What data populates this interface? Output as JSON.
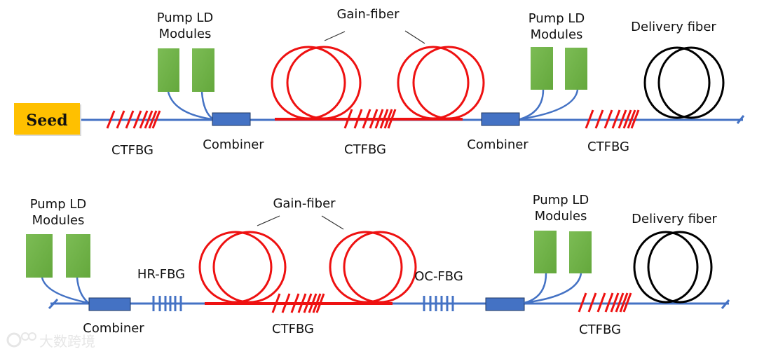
{
  "colors": {
    "fiber": "#4472c4",
    "gain": "#ee1111",
    "pump": "#70ad47",
    "combiner": "#4472c4",
    "seed": "#ffc000",
    "delivery": "#000000",
    "leader": "#333333"
  },
  "top": {
    "seed_label": "Seed",
    "pump_left_label": [
      "Pump LD",
      "Modules"
    ],
    "pump_right_label": [
      "Pump LD",
      "Modules"
    ],
    "gain_label": "Gain-fiber",
    "delivery_label": "Delivery fiber",
    "ctfbg_1": "CTFBG",
    "ctfbg_2": "CTFBG",
    "ctfbg_3": "CTFBG",
    "combiner_1": "Combiner",
    "combiner_2": "Combiner"
  },
  "bottom": {
    "pump_left_label": [
      "Pump LD",
      "Modules"
    ],
    "pump_right_label": [
      "Pump LD",
      "Modules"
    ],
    "gain_label": "Gain-fiber",
    "delivery_label": "Delivery fiber",
    "hr_fbg": "HR-FBG",
    "oc_fbg": "OC-FBG",
    "ctfbg_1": "CTFBG",
    "ctfbg_2": "CTFBG",
    "combiner_1": "Combiner"
  },
  "watermark": "大数跨境"
}
